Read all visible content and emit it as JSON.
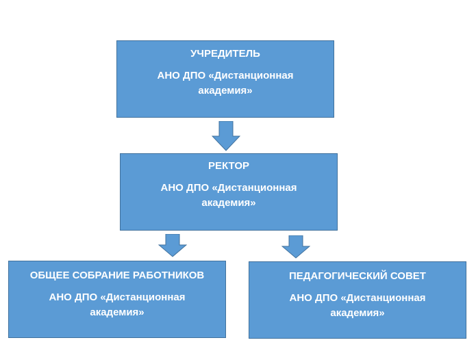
{
  "diagram": {
    "colors": {
      "box_fill": "#5b9bd5",
      "box_border": "#41719c",
      "text": "#ffffff"
    },
    "nodes": {
      "founder": {
        "title": "УЧРЕДИТЕЛЬ",
        "line1": "АНО ДПО «Дистанционная",
        "line2": "академия»"
      },
      "rector": {
        "title": "РЕКТОР",
        "line1": "АНО ДПО «Дистанционная",
        "line2": "академия»"
      },
      "general_meeting": {
        "title": "ОБЩЕЕ СОБРАНИЕ РАБОТНИКОВ",
        "line1": "АНО ДПО «Дистанционная",
        "line2": "академия»"
      },
      "pedagogical_council": {
        "title": "ПЕДАГОГИЧЕСКИЙ СОВЕТ",
        "line1": "АНО ДПО «Дистанционная",
        "line2": "академия»"
      }
    },
    "edges": [
      {
        "from": "founder",
        "to": "rector"
      },
      {
        "from": "rector",
        "to": "general_meeting"
      },
      {
        "from": "rector",
        "to": "pedagogical_council"
      }
    ]
  }
}
